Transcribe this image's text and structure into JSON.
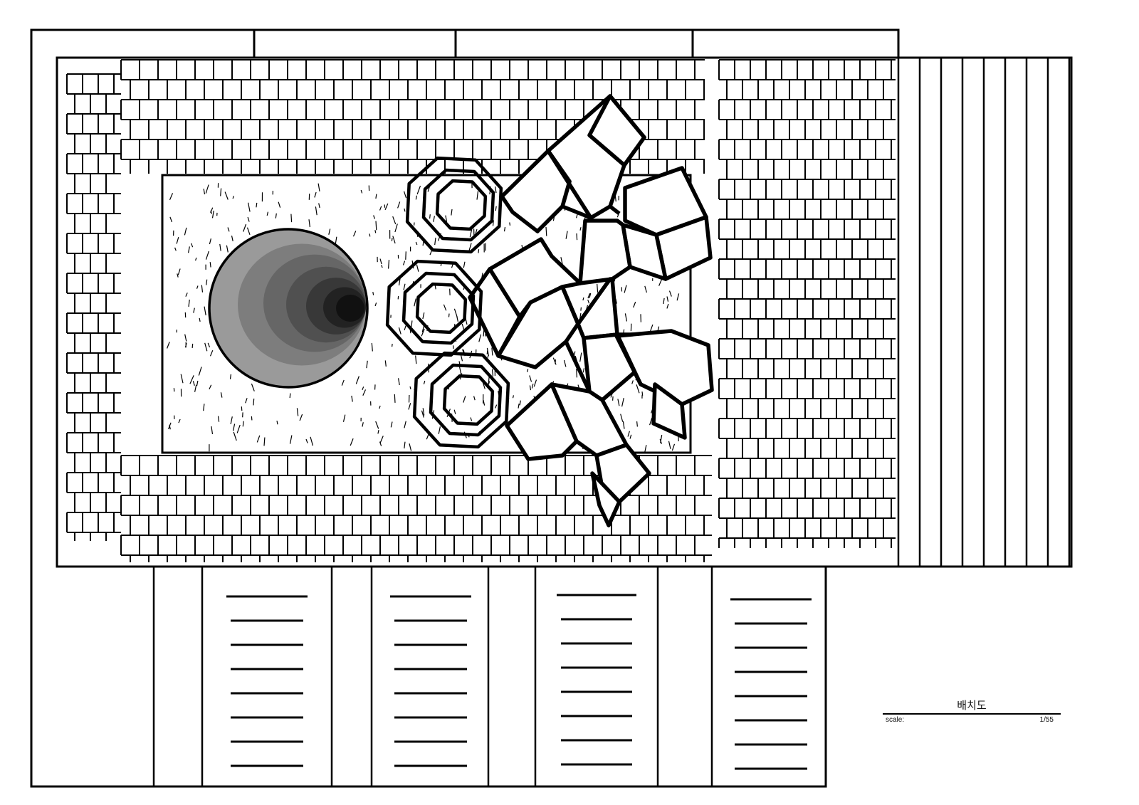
{
  "drawing": {
    "title": "배치도",
    "scale_label": "scale:",
    "scale_value": "1/55"
  },
  "colors": {
    "line": "#000000",
    "paper": "#ffffff",
    "pool_rings": [
      "#9a9a9a",
      "#7d7d7d",
      "#666666",
      "#505050",
      "#383838",
      "#222222",
      "#111111"
    ]
  },
  "elements": {
    "pool": "circular-pool",
    "planters": [
      "octagon-planter",
      "octagon-planter",
      "octagon-planter"
    ],
    "benches": "cube-bench-cluster",
    "ground": [
      "brick-paving",
      "gravel-bed",
      "striped-deck",
      "parking-bays"
    ]
  }
}
